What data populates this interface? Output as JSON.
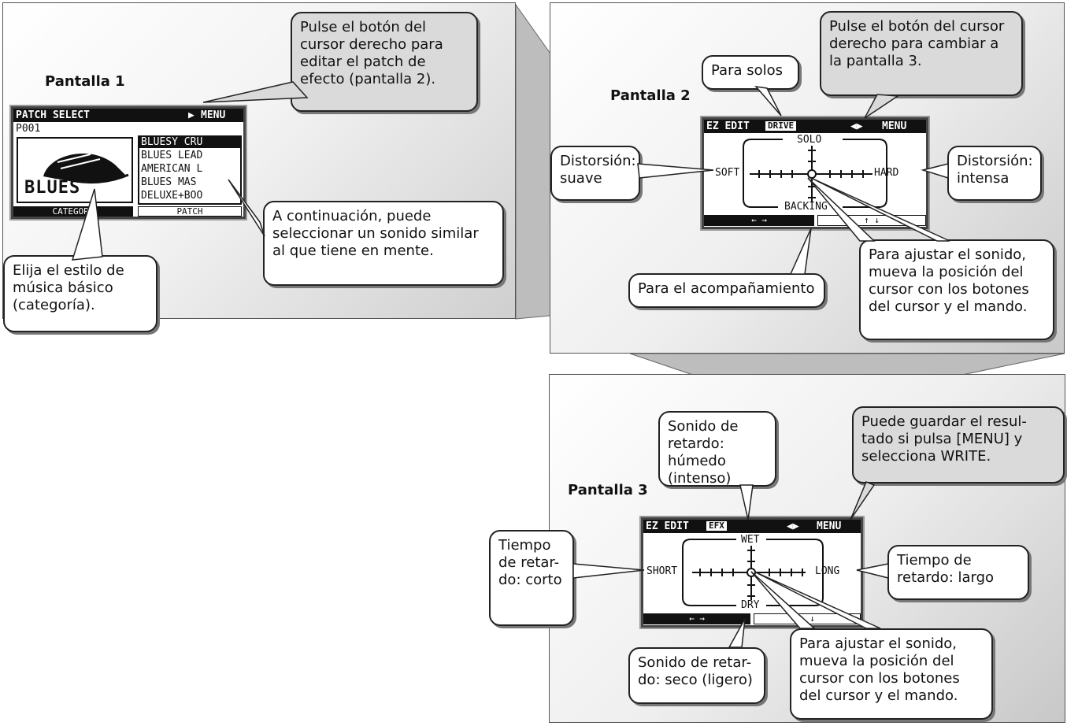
{
  "screen1": {
    "title": "Pantalla 1",
    "lcd": {
      "header": "PATCH SELECT",
      "menu": "MENU",
      "patch_number": "P001",
      "logo_text": "BLUES",
      "patches": [
        "BLUESY CRU",
        "BLUES LEAD",
        "AMERICAN L",
        "BLUES MAS",
        "DELUXE+BOO"
      ],
      "footer_left": "CATEGORY",
      "footer_right": "PATCH"
    },
    "callouts": {
      "cursor_right": "Pulse el botón del cursor derecho para editar el patch de efecto (pantalla 2).",
      "category": "Elija el estilo de música básico (categoría).",
      "similar": "A continuación, puede seleccionar un sonido similar al que tiene en mente."
    }
  },
  "screen2": {
    "title": "Pantalla 2",
    "lcd": {
      "header": "EZ EDIT",
      "tab": "DRIVE",
      "menu": "MENU",
      "top": "SOLO",
      "bottom": "BACKING",
      "left": "SOFT",
      "right": "HARD",
      "footer_left": "← →",
      "footer_right": "↑ ↓"
    },
    "callouts": {
      "solos": "Para solos",
      "cursor_right": "Pulse el botón del cursor derecho para cambiar a la pantalla 3.",
      "soft": "Distorsión: suave",
      "hard": "Distorsión: intensa",
      "backing": "Para el acompañamiento",
      "adjust": "Para ajustar el sonido, mueva la posición del cursor con los botones del cursor y el mando."
    }
  },
  "screen3": {
    "title": "Pantalla 3",
    "lcd": {
      "header": "EZ EDIT",
      "tab": "EFX",
      "menu": "MENU",
      "top": "WET",
      "bottom": "DRY",
      "left": "SHORT",
      "right": "LONG",
      "footer_left": "← →",
      "footer_right": "↑ ↓"
    },
    "callouts": {
      "wet": "Sonido de retardo: húmedo (intenso)",
      "write": "Puede guardar el resul-tado si pulsa [MENU] y selecciona WRITE.",
      "short": "Tiempo de retar-do: corto",
      "long": "Tiempo de retardo: largo",
      "dry": "Sonido de retar-do: seco (ligero)",
      "adjust": "Para ajustar el sonido, mueva la posición del cursor con los botones del cursor y el mando."
    }
  },
  "colors": {
    "lcd_dark": "#111111",
    "callout_grey": "#dadada",
    "panel_grey": "#c9c9c9"
  }
}
